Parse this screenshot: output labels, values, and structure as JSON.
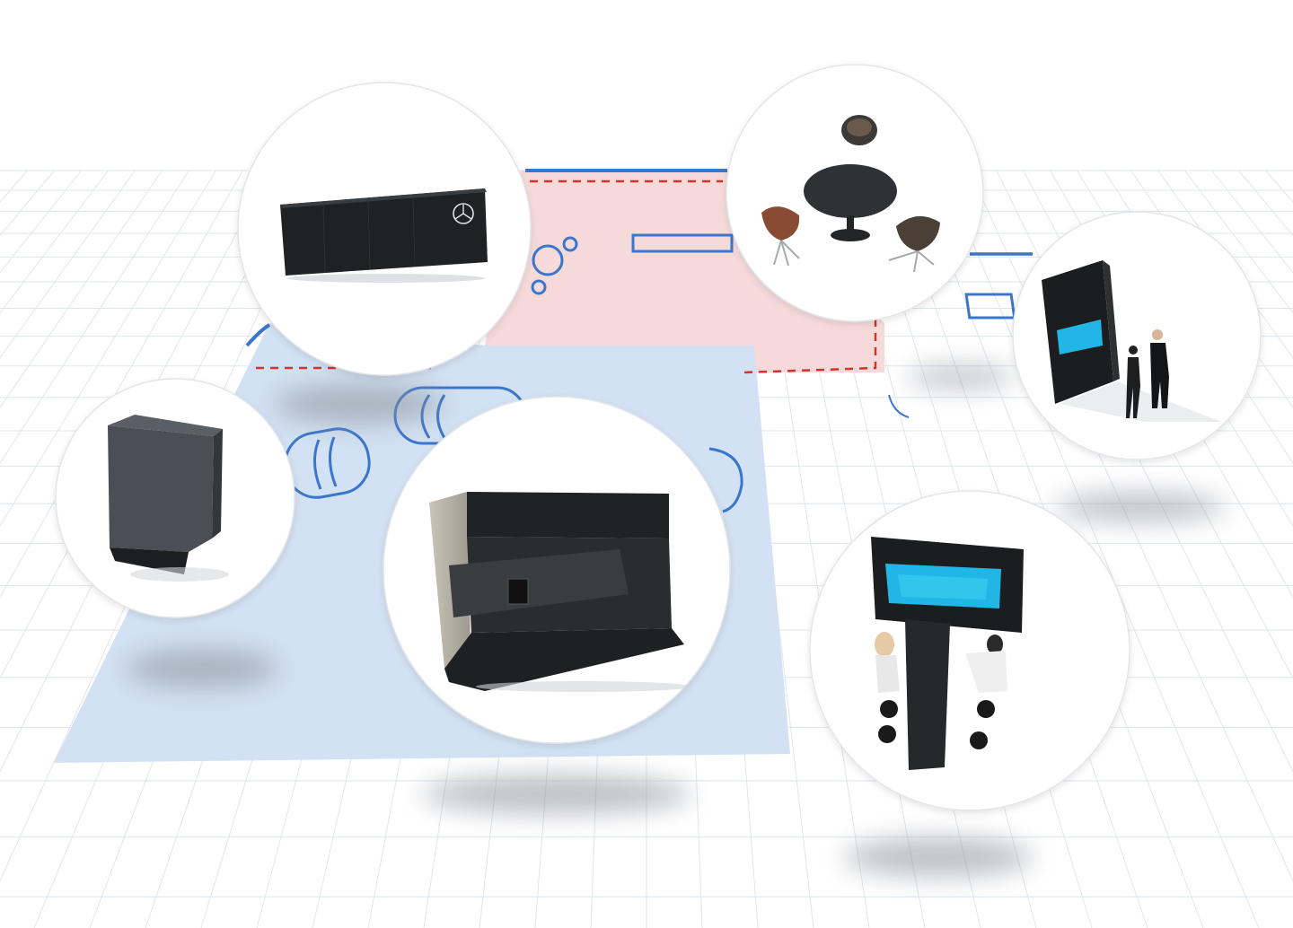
{
  "colors": {
    "background": "#ffffff",
    "grid": "#dfe5ee",
    "floor_outline": "#3a76cc",
    "blue_zone": "#d2e1f3",
    "pink_zone": "#f6dada",
    "dashed_boundary": "#d9302c",
    "bubble_fill": "#ffffff",
    "bubble_stroke": "#e3e5e8",
    "shadow": "#8a8f97",
    "screen_cyan": "#22b6e6",
    "furniture_dark": "#1f2123"
  },
  "bubbles": [
    {
      "id": "branded-wall-display",
      "icon": "branded-led-wall-icon"
    },
    {
      "id": "lounge-table-chairs",
      "icon": "table-and-chairs-icon"
    },
    {
      "id": "vertical-screen-presentation",
      "icon": "vertical-display-with-people-icon"
    },
    {
      "id": "kiosk-pillar",
      "icon": "kiosk-icon"
    },
    {
      "id": "reception-counter",
      "icon": "counter-icon"
    },
    {
      "id": "media-bar-meeting",
      "icon": "media-bar-table-icon"
    }
  ]
}
